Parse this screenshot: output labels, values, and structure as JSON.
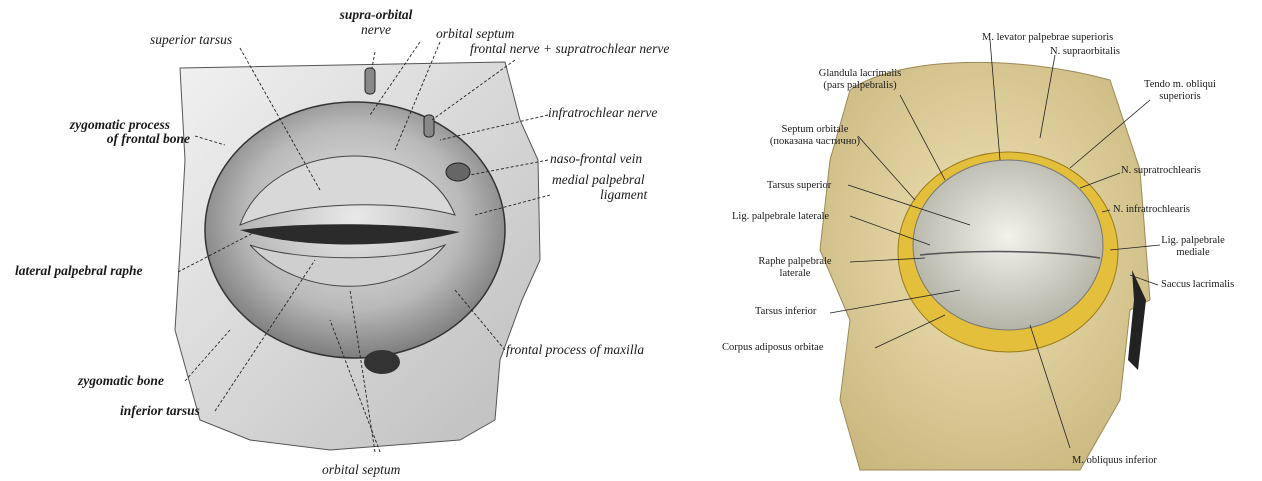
{
  "left_figure": {
    "labels": {
      "superior_tarsus": "superior tarsus",
      "supra_orbital_1": "supra-orbital",
      "supra_orbital_2": "nerve",
      "orbital_septum_top": "orbital septum",
      "frontal_nerve": "frontal nerve + supratrochlear nerve",
      "infratrochlear": "infratrochlear nerve",
      "zygomatic_process_1": "zygomatic process",
      "zygomatic_process_2": "of frontal bone",
      "naso_frontal": "naso-frontal vein",
      "medial_palpebral_1": "medial palpebral",
      "medial_palpebral_2": "ligament",
      "lateral_raphe": "lateral palpebral raphe",
      "frontal_process": "frontal process of maxilla",
      "zygomatic_bone": "zygomatic bone",
      "inferior_tarsus": "inferior tarsus",
      "orbital_septum_bottom": "orbital septum"
    }
  },
  "right_figure": {
    "labels": {
      "levator": "M. levator palpebrae superioris",
      "supraorbitalis": "N. supraorbitalis",
      "glandula_1": "Glandula lacrimalis",
      "glandula_2": "(pars palpebralis)",
      "tendo_1": "Tendo m. obliqui",
      "tendo_2": "superioris",
      "septum_1": "Septum orbitale",
      "septum_2": "(показана частично)",
      "supratrochlearis": "N. supratrochlearis",
      "tarsus_superior": "Tarsus superior",
      "infratrochlearis": "N. infratrochlearis",
      "lig_lateral": "Lig. palpebrale laterale",
      "lig_medial_1": "Lig. palpebrale",
      "lig_medial_2": "mediale",
      "raphe_1": "Raphe palpebrale",
      "raphe_2": "laterale",
      "saccus": "Saccus lacrimalis",
      "tarsus_inferior": "Tarsus inferior",
      "corpus": "Corpus adiposus orbitae",
      "obliquus": "M. obliquus inferior"
    }
  }
}
